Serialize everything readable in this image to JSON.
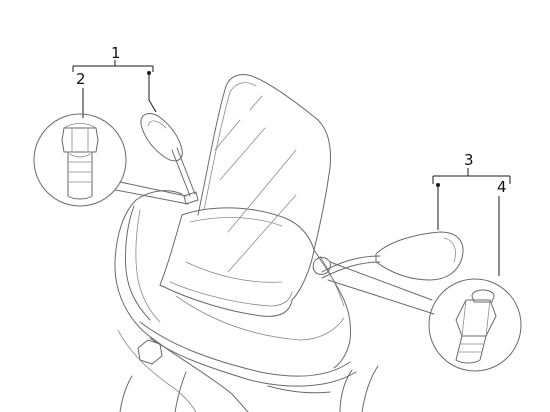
{
  "callouts": {
    "c1": "1",
    "c2": "2",
    "c3": "3",
    "c4": "4"
  },
  "colors": {
    "line": "#6a6a6a",
    "leader": "#1a1a1a",
    "background": "#ffffff"
  }
}
